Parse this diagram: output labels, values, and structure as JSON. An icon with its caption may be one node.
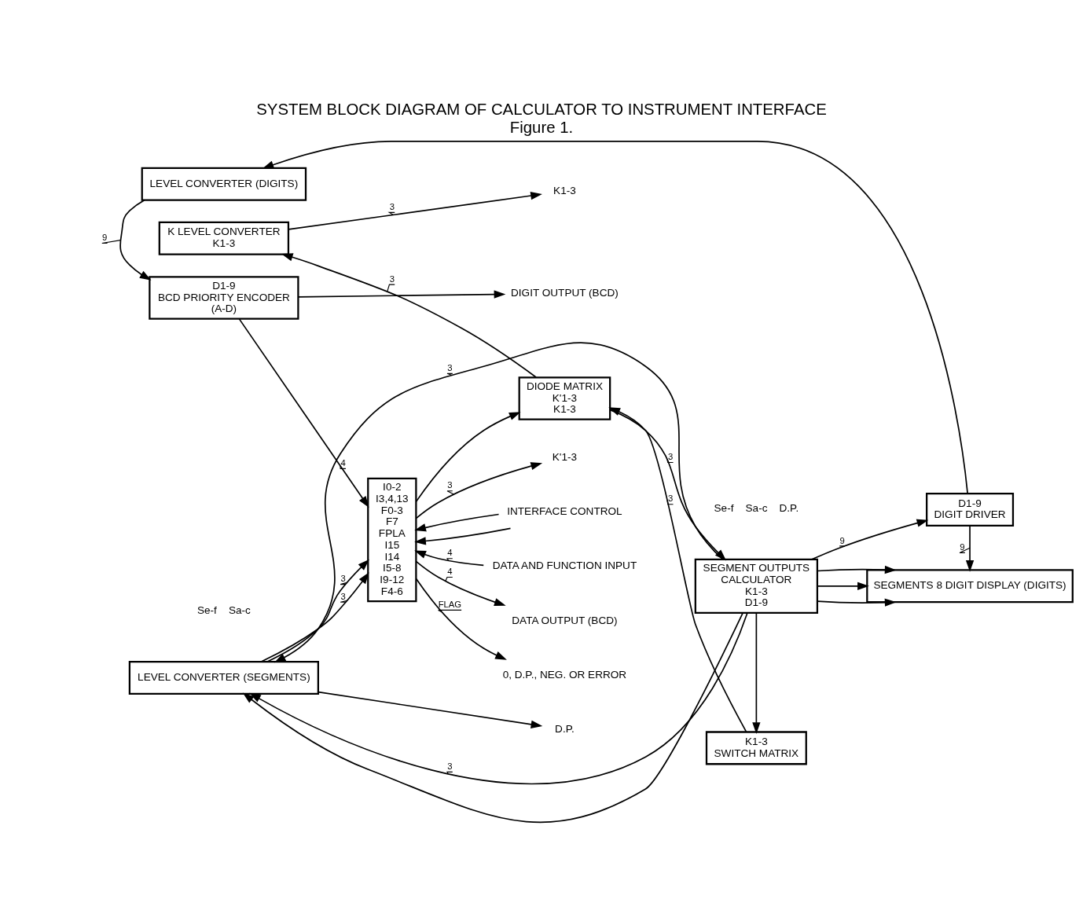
{
  "diagram": {
    "title": "SYSTEM BLOCK DIAGRAM OF CALCULATOR TO INSTRUMENT INTERFACE",
    "caption": "Figure 1.",
    "nodes": [
      {
        "text": [
          "K LEVEL CONVERTER",
          "K1-3"
        ]
      },
      {
        "text": [
          "DIODE MATRIX",
          "K'1-3",
          "K1-3"
        ]
      },
      {
        "text": [
          "SEGMENT OUTPUTS",
          "CALCULATOR",
          "K1-3",
          "D1-9"
        ],
        "beside": [
          "Se-f",
          "Sa-c",
          "D.P."
        ]
      },
      {
        "text": [
          "SEGMENTS 8 DIGIT DISPLAY (DIGITS)"
        ]
      },
      {
        "text": [
          "LEVEL CONVERTER (SEGMENTS)"
        ],
        "beside": [
          "Se-f",
          "Sa-c"
        ]
      },
      {
        "text": [
          "D1-9",
          "DIGIT DRIVER"
        ]
      },
      {
        "text": [
          "LEVEL CONVERTER (DIGITS)"
        ]
      },
      {
        "text": [
          "D1-9",
          "BCD PRIORITY ENCODER",
          "(A-D)"
        ]
      },
      {
        "text": [
          "K1-3",
          "SWITCH MATRIX"
        ]
      },
      {
        "text": [
          "I0-2",
          "I3,4,13",
          "F0-3",
          "F7",
          "FPLA",
          "I15",
          "I14",
          "I5-8",
          "I9-12",
          "F4-6"
        ]
      },
      {
        "text": [
          "K1-3"
        ]
      },
      {
        "text": [
          "D.P."
        ]
      },
      {
        "text": [
          "DATA OUTPUT (BCD)"
        ]
      },
      {
        "text": [
          "0, D.P., NEG. OR ERROR"
        ]
      },
      {
        "text": [
          "INTERFACE CONTROL"
        ]
      },
      {
        "text": [
          "DATA AND FUNCTION INPUT"
        ]
      },
      {
        "text": [
          "K'1-3"
        ]
      },
      {
        "text": [
          "DIGIT OUTPUT (BCD)"
        ]
      }
    ],
    "edges": [
      {
        "from": 1,
        "to": 0,
        "arrow": "to",
        "label": "3"
      },
      {
        "from": 0,
        "to": 10,
        "arrow": "to",
        "label": "3"
      },
      {
        "from": 4,
        "to": 11,
        "arrow": "to"
      },
      {
        "from": 2,
        "to": 4,
        "arrow": "to",
        "label": "3"
      },
      {
        "from": 2,
        "to": 4,
        "arrow": "to",
        "label": "3"
      },
      {
        "from": 2,
        "to": 4,
        "arrow": "to"
      },
      {
        "from": 2,
        "to": 3,
        "arrow": "to"
      },
      {
        "from": 2,
        "to": 3,
        "arrow": "to"
      },
      {
        "from": 2,
        "to": 3,
        "arrow": "to"
      },
      {
        "from": 4,
        "to": 9,
        "arrow": "to",
        "label": "3"
      },
      {
        "from": 4,
        "to": 9,
        "arrow": "to",
        "label": "3"
      },
      {
        "from": 9,
        "to": 12,
        "arrow": "to",
        "label": "4"
      },
      {
        "from": 9,
        "to": 13,
        "arrow": "to",
        "label": "FLAG"
      },
      {
        "from": 14,
        "to": 9,
        "arrow": "to"
      },
      {
        "from": 14,
        "to": 9,
        "arrow": "to"
      },
      {
        "from": 15,
        "to": 9,
        "arrow": "to",
        "label": "4"
      },
      {
        "from": 1,
        "to": 2,
        "arrow": "to",
        "label": "3"
      },
      {
        "from": 2,
        "to": 5,
        "arrow": "to",
        "label": "9"
      },
      {
        "from": 2,
        "to": 8,
        "arrow": "to"
      },
      {
        "from": 8,
        "to": 1,
        "arrow": "to",
        "label": "3"
      },
      {
        "from": 5,
        "to": 3,
        "arrow": "to",
        "label": "9"
      },
      {
        "from": 5,
        "to": 6,
        "arrow": "to"
      },
      {
        "from": 6,
        "to": 7,
        "arrow": "to",
        "label": "9"
      },
      {
        "from": 7,
        "to": 9,
        "arrow": "to",
        "label": "4"
      },
      {
        "from": 7,
        "to": 17,
        "arrow": "to"
      },
      {
        "from": 9,
        "to": 16,
        "arrow": "to",
        "label": "3"
      },
      {
        "from": 9,
        "to": 1,
        "arrow": "to"
      }
    ]
  }
}
